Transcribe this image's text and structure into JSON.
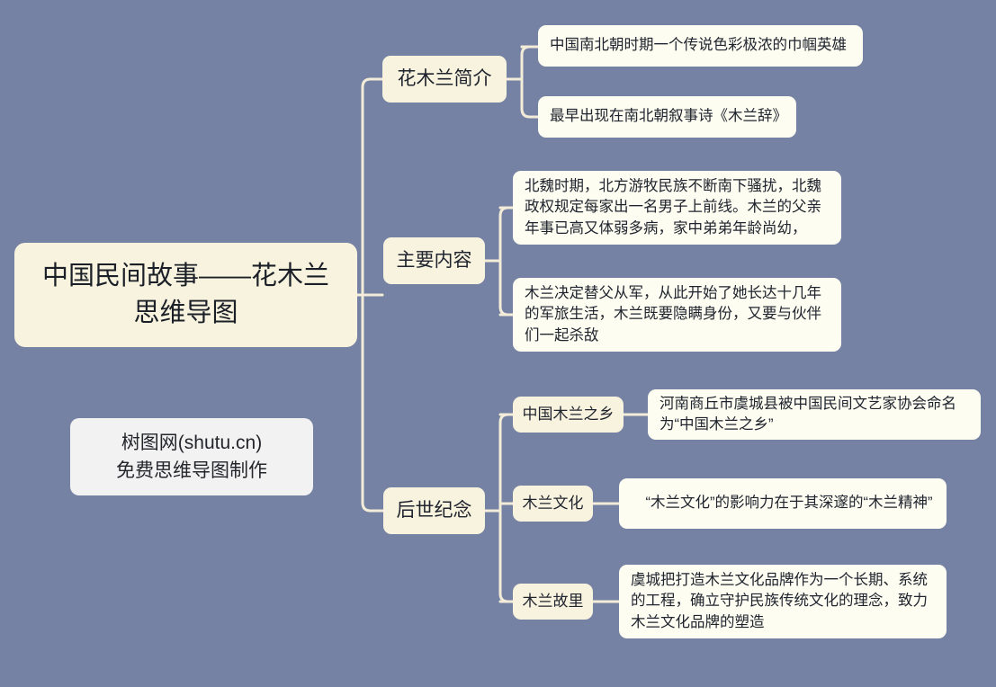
{
  "background_color": "#7682a4",
  "node_fill_warm": "#f8f3de",
  "node_fill_light": "#fdfdf1",
  "connector_color": "#f2ecd9",
  "root": {
    "label": "中国民间故事——花木兰\n思维导图"
  },
  "watermark": {
    "line1": "树图网(shutu.cn)",
    "line2": "免费思维导图制作"
  },
  "branches": [
    {
      "label": "花木兰简介",
      "leaves": [
        {
          "text": "中国南北朝时期一个传说色彩极浓的巾帼英雄"
        },
        {
          "text": "最早出现在南北朝叙事诗《木兰辞》"
        }
      ]
    },
    {
      "label": "主要内容",
      "leaves": [
        {
          "text": "北魏时期，北方游牧民族不断南下骚扰，北魏政权规定每家出一名男子上前线。木兰的父亲年事已高又体弱多病，家中弟弟年龄尚幼，"
        },
        {
          "text": "木兰决定替父从军，从此开始了她长达十几年的军旅生活，木兰既要隐瞒身份，又要与伙伴们一起杀敌"
        }
      ]
    },
    {
      "label": "后世纪念",
      "subnodes": [
        {
          "label": "中国木兰之乡",
          "leaf": "河南商丘市虞城县被中国民间文艺家协会命名为“中国木兰之乡”"
        },
        {
          "label": "木兰文化",
          "leaf": "　“木兰文化”的影响力在于其深邃的“木兰精神”"
        },
        {
          "label": "木兰故里",
          "leaf": "虞城把打造木兰文化品牌作为一个长期、系统的工程，确立守护民族传统文化的理念，致力木兰文化品牌的塑造"
        }
      ]
    }
  ]
}
